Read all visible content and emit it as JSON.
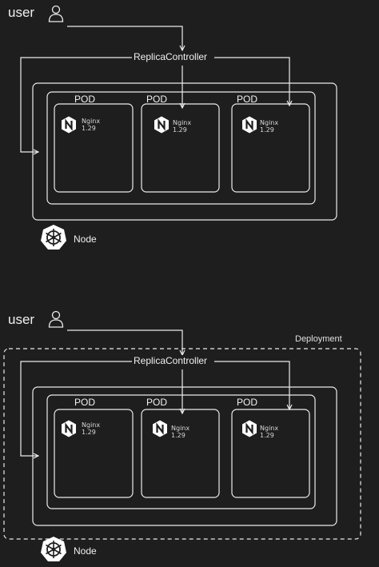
{
  "diagrams": [
    {
      "user_label": "user",
      "controller_label": "ReplicaController",
      "pods": [
        {
          "label": "POD",
          "app_name": "Nginx",
          "app_version": "1.29"
        },
        {
          "label": "POD",
          "app_name": "Nginx",
          "app_version": "1.29"
        },
        {
          "label": "POD",
          "app_name": "Nginx",
          "app_version": "1.29"
        }
      ],
      "node_label": "Node"
    },
    {
      "user_label": "user",
      "controller_label": "ReplicaController",
      "deployment_label": "Deployment",
      "pods": [
        {
          "label": "POD",
          "app_name": "Nginx",
          "app_version": "1.29"
        },
        {
          "label": "POD",
          "app_name": "Nginx",
          "app_version": "1.29"
        },
        {
          "label": "POD",
          "app_name": "Nginx",
          "app_version": "1.29"
        }
      ],
      "node_label": "Node"
    }
  ],
  "icons": {
    "user": "user-icon",
    "nginx": "nginx-logo-icon",
    "node": "kubernetes-helm-icon"
  },
  "colors": {
    "background": "#1e1e1e",
    "stroke": "#ececec",
    "icon_fill": "#ffffff",
    "icon_glyph": "#1e1e1e"
  }
}
